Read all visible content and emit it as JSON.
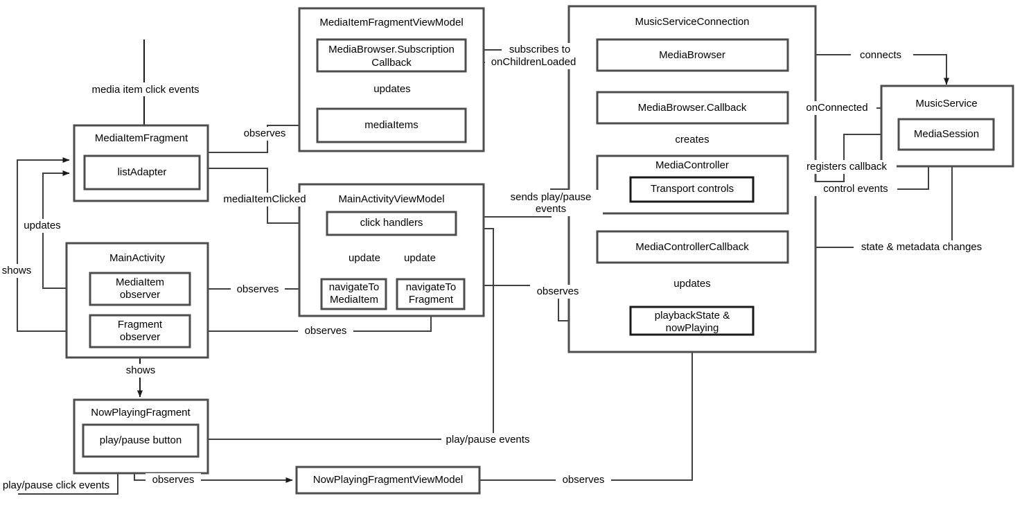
{
  "diagram": {
    "title": "Android media app architecture diagram",
    "style": {
      "box_stroke": "#4d4d4d",
      "line_stroke": "#404040",
      "background": "#ffffff",
      "text": "#000000"
    },
    "containers": [
      {
        "id": "mediaItemFragment",
        "label": "MediaItemFragment",
        "children": [
          "listAdapter"
        ]
      },
      {
        "id": "mediaItemFragmentViewModel",
        "label": "MediaItemFragmentViewModel",
        "children": [
          "subscriptionCallback",
          "mediaItems"
        ]
      },
      {
        "id": "musicServiceConnection",
        "label": "MusicServiceConnection",
        "children": [
          "mediaBrowser",
          "mediaBrowserCallback",
          "mediaController",
          "mediaControllerCallback",
          "playbackState"
        ]
      },
      {
        "id": "musicService",
        "label": "MusicService",
        "children": [
          "mediaSession"
        ]
      },
      {
        "id": "mainActivity",
        "label": "MainActivity",
        "children": [
          "mediaItemObserver",
          "fragmentObserver"
        ]
      },
      {
        "id": "mainActivityViewModel",
        "label": "MainActivityViewModel",
        "children": [
          "clickHandlers",
          "navigateToMediaItem",
          "navigateToFragment"
        ]
      },
      {
        "id": "nowPlayingFragment",
        "label": "NowPlayingFragment",
        "children": [
          "playPauseButton"
        ]
      }
    ],
    "nodes": [
      {
        "id": "listAdapter",
        "label": "listAdapter"
      },
      {
        "id": "subscriptionCallback",
        "label_line1": "MediaBrowser.Subscription",
        "label_line2": "Callback"
      },
      {
        "id": "mediaItems",
        "label": "mediaItems"
      },
      {
        "id": "mediaBrowser",
        "label": "MediaBrowser"
      },
      {
        "id": "mediaBrowserCallback",
        "label": "MediaBrowser.Callback"
      },
      {
        "id": "mediaController",
        "label": "MediaController"
      },
      {
        "id": "transportControls",
        "label": "Transport controls"
      },
      {
        "id": "mediaControllerCallback",
        "label": "MediaControllerCallback"
      },
      {
        "id": "playbackState",
        "label_line1": "playbackState &",
        "label_line2": "nowPlaying"
      },
      {
        "id": "mediaSession",
        "label": "MediaSession"
      },
      {
        "id": "mediaItemObserver",
        "label_line1": "MediaItem",
        "label_line2": "observer"
      },
      {
        "id": "fragmentObserver",
        "label_line1": "Fragment",
        "label_line2": "observer"
      },
      {
        "id": "clickHandlers",
        "label": "click handlers"
      },
      {
        "id": "navigateToMediaItem",
        "label_line1": "navigateTo",
        "label_line2": "MediaItem"
      },
      {
        "id": "navigateToFragment",
        "label_line1": "navigateTo",
        "label_line2": "Fragment"
      },
      {
        "id": "playPauseButton",
        "label": "play/pause button"
      },
      {
        "id": "nowPlayingFragmentViewModel",
        "label": "NowPlayingFragmentViewModel"
      }
    ],
    "edge_labels": {
      "mediaItemClickEvents": "media item click events",
      "observes1": "observes",
      "mediaItemClicked": "mediaItemClicked",
      "updatesLeft": "updates",
      "shows": "shows",
      "observesMediaItemObserver": "observes",
      "observesFragmentObserver": "observes",
      "showsNowPlaying": "shows",
      "playPauseClickEvents": "play/pause click events",
      "observesNowPlayingVm": "observes",
      "playPauseEvents": "play/pause events",
      "observesPlaybackLeft": "observes",
      "observesNowPlayingVmRight": "observes",
      "updatesViewModel": "updates",
      "subscribesTo": "subscribes to",
      "onChildrenLoaded": "onChildrenLoaded",
      "sendsPlayPauseEvents_line1": "sends play/pause",
      "sendsPlayPauseEvents_line2": "events",
      "creates": "creates",
      "updateLeft": "update",
      "updateRight": "update",
      "connects": "connects",
      "onConnected": "onConnected",
      "registersCallback": "registers callback",
      "controlEvents": "control events",
      "stateMetadataChanges": "state & metadata changes",
      "updatesPlaybackState": "updates"
    }
  }
}
